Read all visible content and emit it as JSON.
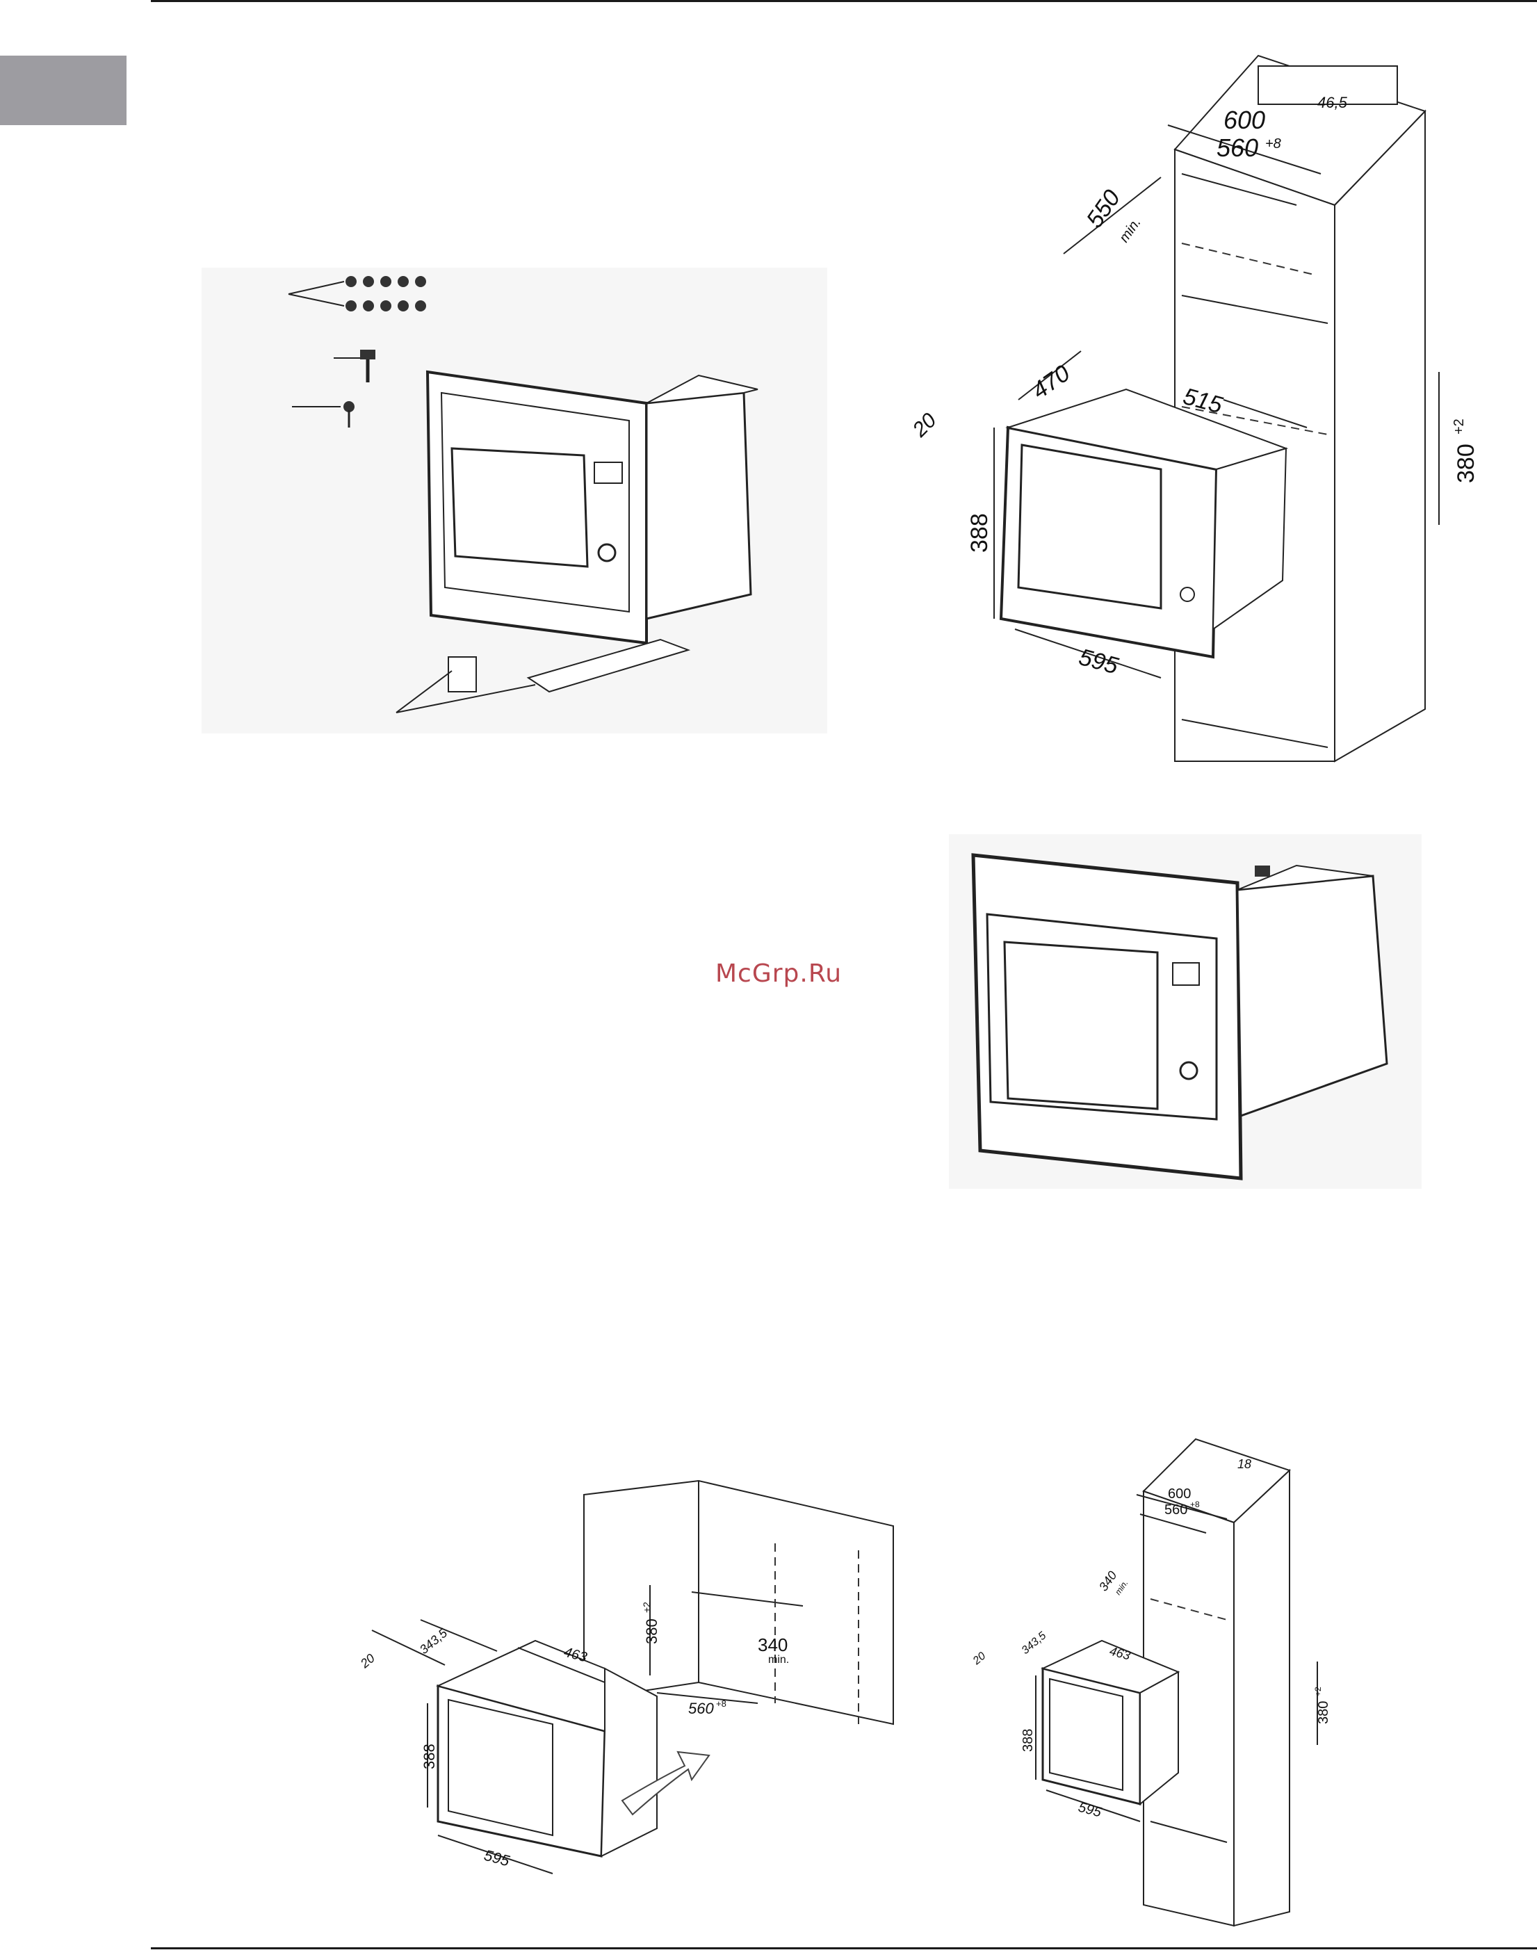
{
  "watermark": "McGrp.Ru",
  "figure_tall_cabinet": {
    "labels": {
      "top_depth": "46,5",
      "width_outer": "600",
      "width_inner": "560",
      "width_inner_tol": "+8",
      "shelf_depth": "550",
      "shelf_depth_note": "min.",
      "height_niche": "380",
      "height_niche_tol": "+2",
      "oven_depth_a": "470",
      "oven_depth_b": "515",
      "frame_thickness": "20",
      "oven_height": "388",
      "oven_width": "595"
    }
  },
  "figure_wall_cabinet": {
    "labels": {
      "height_niche": "380",
      "height_niche_tol": "+2",
      "shelf_depth": "340",
      "shelf_depth_note": "min.",
      "width_inner": "560",
      "width_inner_tol": "+8",
      "frame_thickness": "20",
      "oven_depth_a": "343,5",
      "oven_depth_b": "463",
      "oven_height": "388",
      "oven_width": "595"
    }
  },
  "figure_tall_cabinet_small": {
    "labels": {
      "top_depth": "18",
      "width_outer": "600",
      "width_inner": "560",
      "width_inner_tol": "+8",
      "shelf_depth": "340",
      "shelf_depth_note": "min.",
      "frame_thickness": "20",
      "oven_depth_a": "343,5",
      "oven_depth_b": "463",
      "height_niche": "380",
      "height_niche_tol": "+2",
      "oven_height": "388",
      "oven_width": "595"
    }
  }
}
